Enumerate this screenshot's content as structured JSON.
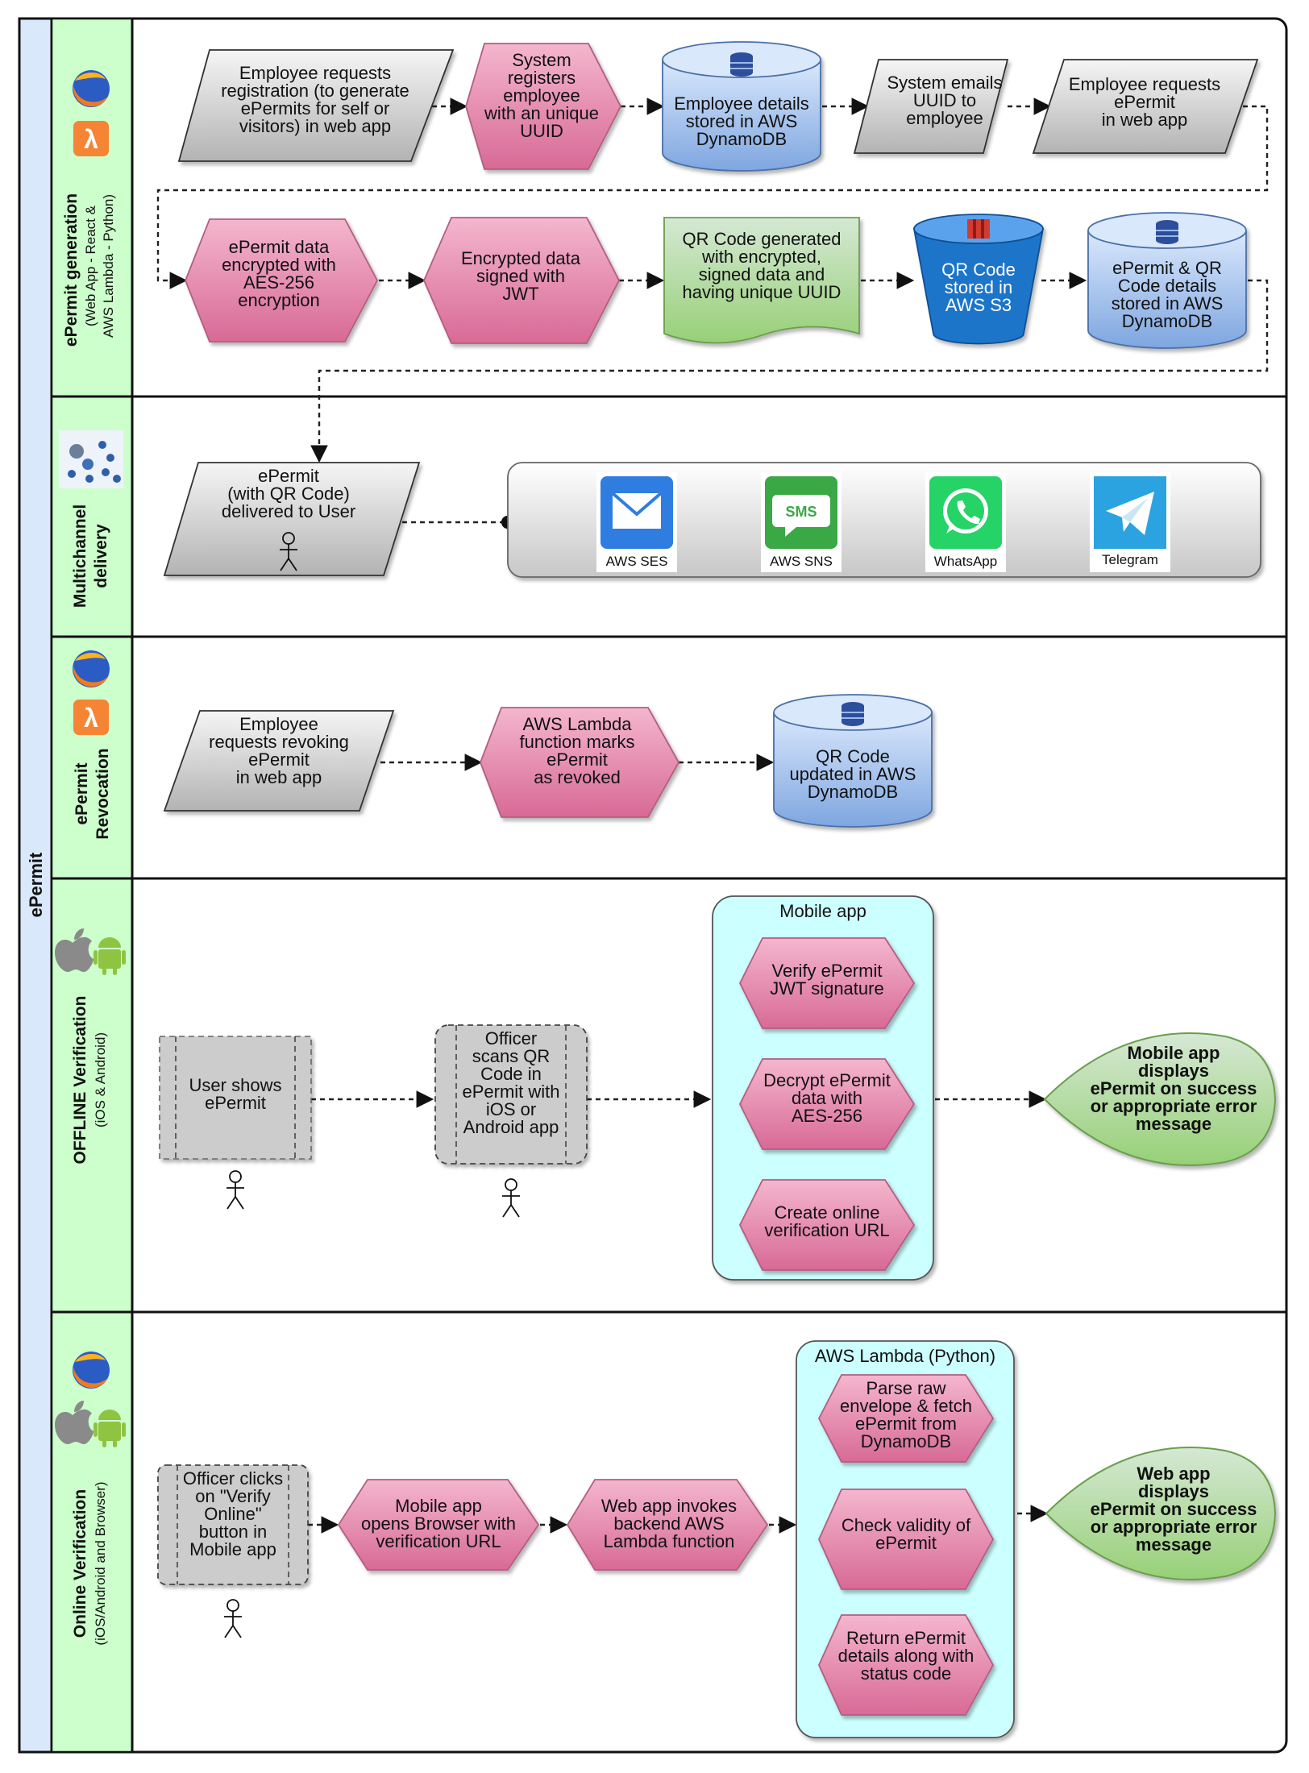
{
  "pool": {
    "title": "ePermit"
  },
  "lanes": [
    {
      "title": "ePermit generation",
      "subtitle": "(Web App - React &",
      "subtitle2": "AWS Lambda - Python)"
    },
    {
      "title": "Multichannel",
      "title2": "delivery"
    },
    {
      "title": "ePermit",
      "title2": "Revocation"
    },
    {
      "title": "OFFLINE Verification",
      "subtitle": "(iOS & Android)"
    },
    {
      "title": "Online Verification",
      "subtitle": "(iOS/Android and Browser)"
    }
  ],
  "nodes": {
    "g1": [
      "Employee requests",
      "registration (to generate",
      "ePermits for self or",
      "visitors) in web app"
    ],
    "g2": [
      "System",
      "registers",
      "employee",
      "with an unique",
      "UUID"
    ],
    "g3": [
      "Employee details",
      "stored in AWS",
      "DynamoDB"
    ],
    "g4": [
      "System emails",
      "UUID to",
      "employee"
    ],
    "g5": [
      "Employee requests",
      "ePermit",
      "in web app"
    ],
    "g6": [
      "ePermit data",
      "encrypted with",
      "AES-256",
      "encryption"
    ],
    "g7": [
      "Encrypted data",
      "signed with",
      "JWT"
    ],
    "g8": [
      "QR Code generated",
      "with encrypted,",
      "signed data and",
      "having unique UUID"
    ],
    "g9": [
      "QR Code",
      "stored in",
      "AWS S3"
    ],
    "g10": [
      "ePermit & QR",
      "Code details",
      "stored in AWS",
      "DynamoDB"
    ],
    "d1": [
      "ePermit",
      "(with QR Code)",
      "delivered to User"
    ],
    "r1": [
      "Employee",
      "requests revoking",
      "ePermit",
      "in web app"
    ],
    "r2": [
      "AWS Lambda",
      "function marks",
      "ePermit",
      "as revoked"
    ],
    "r3": [
      "QR Code",
      "updated in AWS",
      "DynamoDB"
    ],
    "o1": [
      "User shows",
      "ePermit"
    ],
    "o2": [
      "Officer",
      "scans QR",
      "Code in",
      "ePermit with",
      "iOS or",
      "Android app"
    ],
    "o3": [
      "Verify ePermit",
      "JWT signature"
    ],
    "o4": [
      "Decrypt ePermit",
      "data with",
      "AES-256"
    ],
    "o5": [
      "Create online",
      "verification URL"
    ],
    "o6": [
      "Mobile app",
      "displays",
      "ePermit on success",
      "or appropriate error",
      "message"
    ],
    "n1": [
      "Officer clicks",
      "on \"Verify",
      "Online\"",
      "button in",
      "Mobile app"
    ],
    "n2": [
      "Mobile app",
      "opens Browser with",
      "verification URL"
    ],
    "n3": [
      "Web app invokes",
      "backend AWS",
      "Lambda function"
    ],
    "n4": [
      "Parse raw",
      "envelope & fetch",
      "ePermit from",
      "DynamoDB"
    ],
    "n5": [
      "Check validity of",
      "ePermit"
    ],
    "n6": [
      "Return ePermit",
      "details along with",
      "status code"
    ],
    "n7": [
      "Web app",
      "displays",
      "ePermit on success",
      "or appropriate error",
      "message"
    ]
  },
  "groups": {
    "mobile_app": "Mobile app",
    "aws_lambda": "AWS Lambda (Python)"
  },
  "channels": [
    {
      "label": "AWS SES",
      "icon": "envelope-icon",
      "color": "#2f7de1"
    },
    {
      "label": "AWS SNS",
      "icon": "sms-icon",
      "color": "#3aa845",
      "glyph": "SMS"
    },
    {
      "label": "WhatsApp",
      "icon": "whatsapp-icon",
      "color": "#25d366"
    },
    {
      "label": "Telegram",
      "icon": "telegram-icon",
      "color": "#2aa3e0"
    }
  ],
  "colors": {
    "lane_header": "#ccffcc",
    "pool_header": "#dae8fc",
    "process_pink": "#e2729e",
    "database_blue": "#7ea6e0",
    "manual_gray": "#c8c8c8",
    "document_green": "#97d077",
    "group_cyan": "#ccffff"
  }
}
